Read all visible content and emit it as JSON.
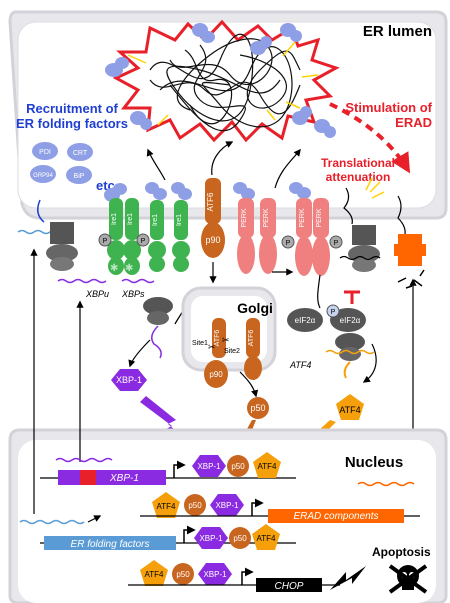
{
  "compartments": {
    "er_lumen": "ER lumen",
    "golgi": "Golgi",
    "nucleus": "Nucleus"
  },
  "annotations": {
    "recruitment_line1": "Recruitment of",
    "recruitment_line2": "ER folding factors",
    "stimulation_line1": "Stimulation of",
    "stimulation_line2": "ERAD",
    "translational_line1": "Translational",
    "translational_line2": "attenuation",
    "etc": "etc.",
    "apoptosis": "Apoptosis"
  },
  "chaperones": {
    "pdi": "PDI",
    "crt": "CRT",
    "grp94": "GRP94",
    "bip": "BiP"
  },
  "sensors": {
    "ire1": "Ire1",
    "atf6": "ATF6",
    "perk": "PERK",
    "p90": "p90",
    "phospho": "P"
  },
  "golgi_sites": {
    "site1": "Site1",
    "site2": "Site2"
  },
  "mrna": {
    "xbpu": "XBPu",
    "xbps": "XBPs",
    "atf4": "ATF4"
  },
  "factors": {
    "xbp1": "XBP-1",
    "p50": "p50",
    "atf4": "ATF4",
    "eif2a": "eIF2α"
  },
  "genes": {
    "xbp1": "XBP-1",
    "erad": "ERAD components",
    "er_folding": "ER folding factors",
    "chop": "CHOP"
  },
  "colors": {
    "ire1": "#3fb34f",
    "atf6": "#c8651e",
    "perk": "#f08080",
    "xbp1": "#8a2be2",
    "p50": "#c8651e",
    "atf4": "#f5a00a",
    "erad": "#ff6600",
    "er_folding": "#5b9bd5",
    "stress_red": "#e8202a",
    "chaperone": "#8f9fe6",
    "compartment": "#e6e6ea"
  }
}
